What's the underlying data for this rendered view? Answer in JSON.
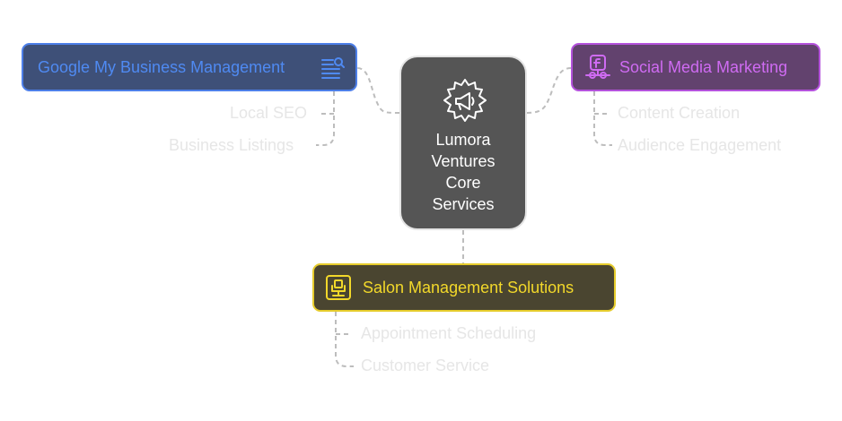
{
  "center": {
    "label": "Lumora Ventures Core Services",
    "icon": "megaphone-gear-icon"
  },
  "branches": {
    "gmb": {
      "label": "Google My Business Management",
      "icon": "list-search-icon",
      "color": "#4f8af2",
      "items": [
        "Local SEO",
        "Business Listings"
      ]
    },
    "smm": {
      "label": "Social Media Marketing",
      "icon": "facebook-network-icon",
      "color": "#cf6bf2",
      "items": [
        "Content Creation",
        "Audience Engagement"
      ]
    },
    "salon": {
      "label": "Salon Management Solutions",
      "icon": "salon-chair-icon",
      "color": "#f2d82a",
      "items": [
        "Appointment Scheduling",
        "Customer Service"
      ]
    }
  },
  "colors": {
    "center_fill": "#555555",
    "connector": "#bdbdbd",
    "subitem_text": "#e6e6e6"
  }
}
